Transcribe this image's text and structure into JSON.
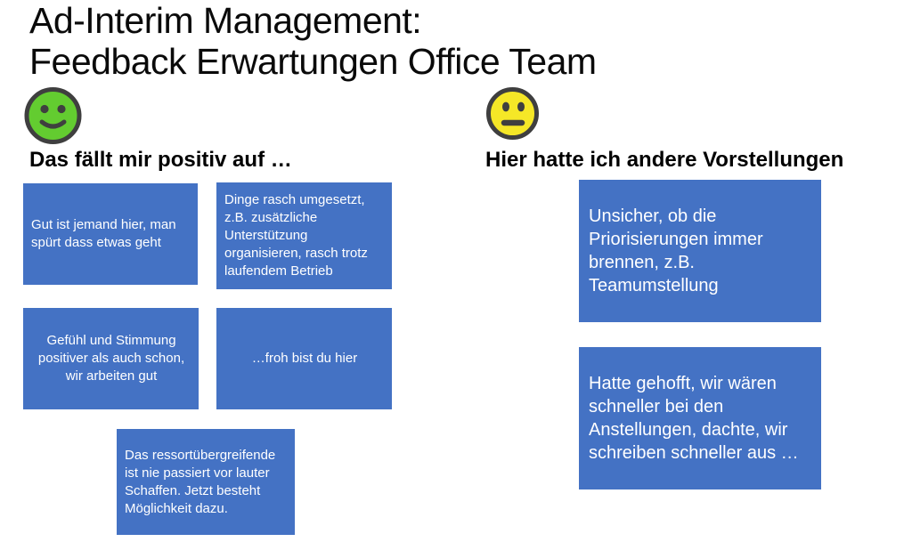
{
  "slide": {
    "title": "Ad-Interim Management:\nFeedback Erwartungen Office Team"
  },
  "colors": {
    "note_blue": "#4472C4",
    "note_text": "#FFFFFF",
    "smiley_green": "#63CC30",
    "smiley_yellow": "#F5E727",
    "smiley_outline": "#3F3F3F",
    "title_text": "#0A0A0A"
  },
  "icons": {
    "positive": "happy-smiley-icon",
    "negative": "neutral-smiley-icon"
  },
  "positive_section": {
    "header": "Das fällt mir positiv auf …",
    "notes": [
      "Gut ist jemand hier, man spürt dass etwas geht",
      "Dinge rasch umgesetzt, z.B. zusätzliche Unterstützung organisieren, rasch trotz  laufendem Betrieb",
      "Gefühl und Stimmung positiver als auch schon, wir arbeiten gut",
      "…froh bist du hier",
      "Das ressortübergreifende ist nie passiert vor lauter Schaffen. Jetzt besteht Möglichkeit dazu."
    ]
  },
  "negative_section": {
    "header": "Hier hatte ich andere Vorstellungen",
    "notes": [
      "Unsicher, ob die Priorisierungen immer brennen, z.B. Teamumstellung",
      "Hatte gehofft, wir wären schneller bei den Anstellungen, dachte, wir schreiben schneller aus …"
    ]
  }
}
